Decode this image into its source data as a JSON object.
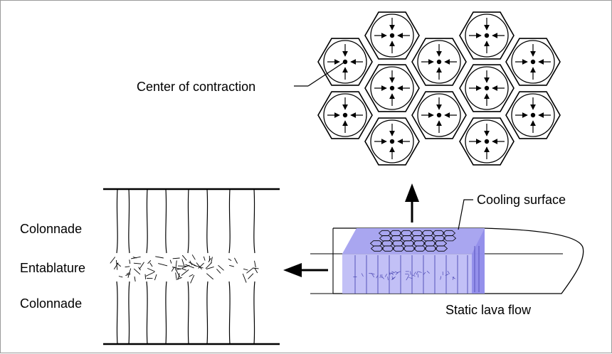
{
  "labels": {
    "center_of_contraction": "Center of contraction",
    "cooling_surface": "Cooling surface",
    "static_lava_flow": "Static lava flow",
    "colonnade_upper": "Colonnade",
    "entablature": "Entablature",
    "colonnade_lower": "Colonnade"
  },
  "colors": {
    "line": "#000000",
    "block_fill": "#b7b5f4",
    "block_edge": "#6c68d9"
  }
}
